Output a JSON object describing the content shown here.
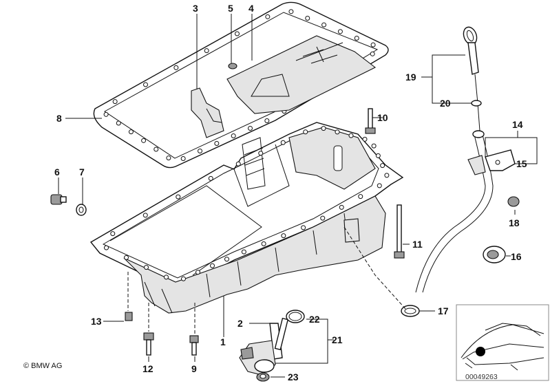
{
  "copyright": "© BMW AG",
  "image_number": "00049263",
  "callouts": {
    "c1": "1",
    "c2": "2",
    "c3": "3",
    "c4": "4",
    "c5": "5",
    "c6": "6",
    "c7": "7",
    "c8": "8",
    "c9": "9",
    "c10": "10",
    "c11": "11",
    "c12": "12",
    "c13": "13",
    "c14": "14",
    "c15": "15",
    "c16": "16",
    "c17": "17",
    "c18": "18",
    "c19": "19",
    "c20": "20",
    "c21": "21",
    "c22": "22",
    "c23": "23"
  }
}
